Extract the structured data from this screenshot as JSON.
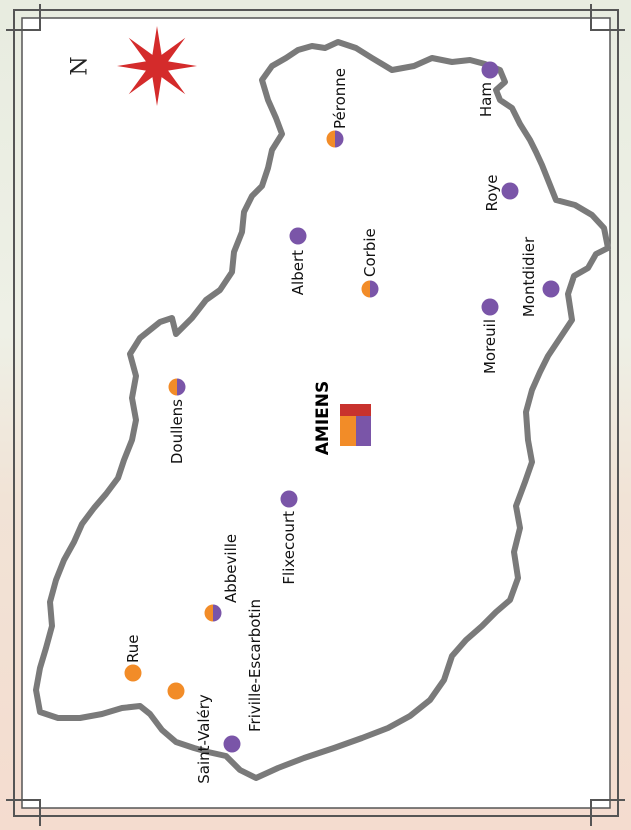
{
  "map": {
    "north_label": "N",
    "capital": {
      "name": "AMIENS"
    },
    "colors": {
      "orange": "#f28c28",
      "purple": "#7a55a8",
      "red": "#c8322d",
      "star": "#d42b2b",
      "outline": "#7a7a7a"
    },
    "cities": [
      {
        "id": "peronne",
        "name": "Péronne",
        "marker": "half"
      },
      {
        "id": "ham",
        "name": "Ham",
        "marker": "purple"
      },
      {
        "id": "roye",
        "name": "Roye",
        "marker": "purple"
      },
      {
        "id": "montdidier",
        "name": "Montdidier",
        "marker": "purple"
      },
      {
        "id": "moreuil",
        "name": "Moreuil",
        "marker": "purple"
      },
      {
        "id": "corbie",
        "name": "Corbie",
        "marker": "half"
      },
      {
        "id": "albert",
        "name": "Albert",
        "marker": "purple"
      },
      {
        "id": "doullens",
        "name": "Doullens",
        "marker": "half"
      },
      {
        "id": "flixecourt",
        "name": "Flixecourt",
        "marker": "purple"
      },
      {
        "id": "abbeville",
        "name": "Abbeville",
        "marker": "half"
      },
      {
        "id": "friville",
        "name": "Friville-Escarbotin",
        "marker": "purple"
      },
      {
        "id": "saint-valery",
        "name": "Saint-Valéry",
        "marker": "orange"
      },
      {
        "id": "rue",
        "name": "Rue",
        "marker": "orange"
      }
    ]
  }
}
